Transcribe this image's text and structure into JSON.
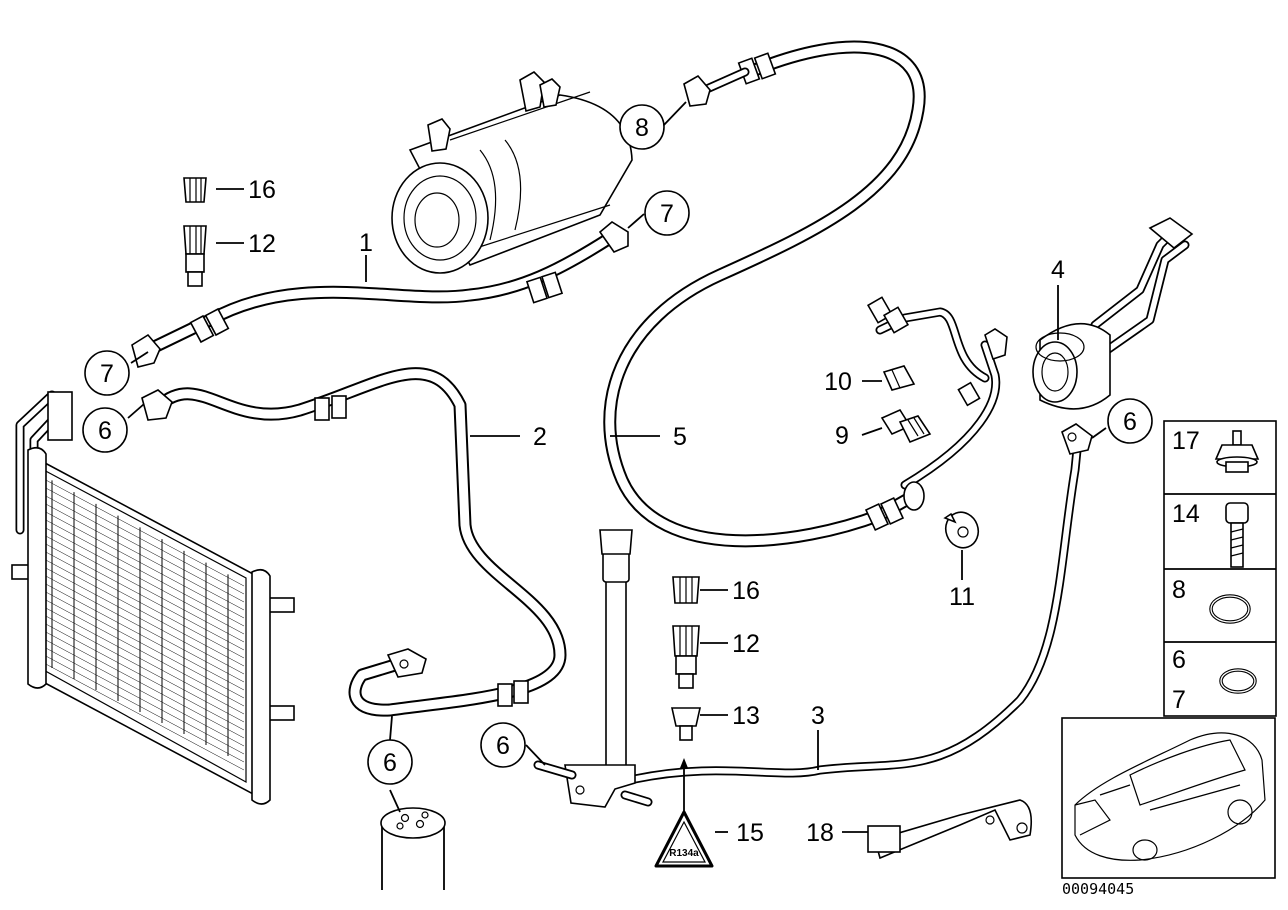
{
  "diagram_code": "00094045",
  "callouts": [
    {
      "id": "c1",
      "text": "1",
      "circled": false
    },
    {
      "id": "c2",
      "text": "2",
      "circled": false
    },
    {
      "id": "c3",
      "text": "3",
      "circled": false
    },
    {
      "id": "c4",
      "text": "4",
      "circled": false
    },
    {
      "id": "c5",
      "text": "5",
      "circled": false
    },
    {
      "id": "c6a",
      "text": "6",
      "circled": true
    },
    {
      "id": "c6b",
      "text": "6",
      "circled": true
    },
    {
      "id": "c6c",
      "text": "6",
      "circled": true
    },
    {
      "id": "c6d",
      "text": "6",
      "circled": true
    },
    {
      "id": "c7a",
      "text": "7",
      "circled": true
    },
    {
      "id": "c7b",
      "text": "7",
      "circled": true
    },
    {
      "id": "c8",
      "text": "8",
      "circled": true
    },
    {
      "id": "c9",
      "text": "9",
      "circled": false
    },
    {
      "id": "c10",
      "text": "10",
      "circled": false
    },
    {
      "id": "c11",
      "text": "11",
      "circled": false
    },
    {
      "id": "c12a",
      "text": "12",
      "circled": false
    },
    {
      "id": "c12b",
      "text": "12",
      "circled": false
    },
    {
      "id": "c13",
      "text": "13",
      "circled": false
    },
    {
      "id": "c15",
      "text": "15",
      "circled": false
    },
    {
      "id": "c16a",
      "text": "16",
      "circled": false
    },
    {
      "id": "c16b",
      "text": "16",
      "circled": false
    },
    {
      "id": "c18",
      "text": "18",
      "circled": false
    }
  ],
  "legend": [
    {
      "label": "17",
      "part": "mounting-stud"
    },
    {
      "label": "14",
      "part": "screw"
    },
    {
      "label": "8",
      "part": "o-ring-large"
    },
    {
      "label": "6",
      "label2": "7",
      "part": "o-ring-small"
    }
  ],
  "warning_triangle_text": "R134a",
  "icons": [
    "warning-triangle-icon",
    "car-thumbnail-icon",
    "o-ring-icon",
    "screw-icon",
    "stud-icon"
  ]
}
